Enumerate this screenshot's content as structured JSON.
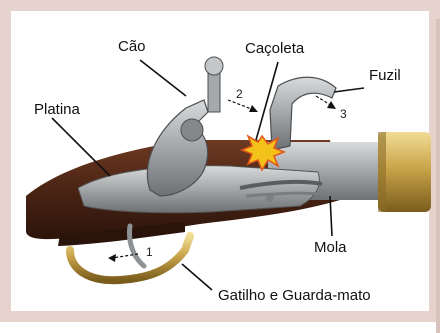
{
  "labels": {
    "cao": "Cão",
    "cacoleta": "Caçoleta",
    "fuzil": "Fuzil",
    "platina": "Platina",
    "mola": "Mola",
    "gatilho": "Gatilho e Guarda-mato"
  },
  "steps": [
    "1",
    "2",
    "3"
  ],
  "colors": {
    "frame": "#e7d3cd",
    "wood": "#4a2414",
    "steel": "#a9abad",
    "brass": "#c9a44a",
    "spark": "#f3c21a"
  }
}
